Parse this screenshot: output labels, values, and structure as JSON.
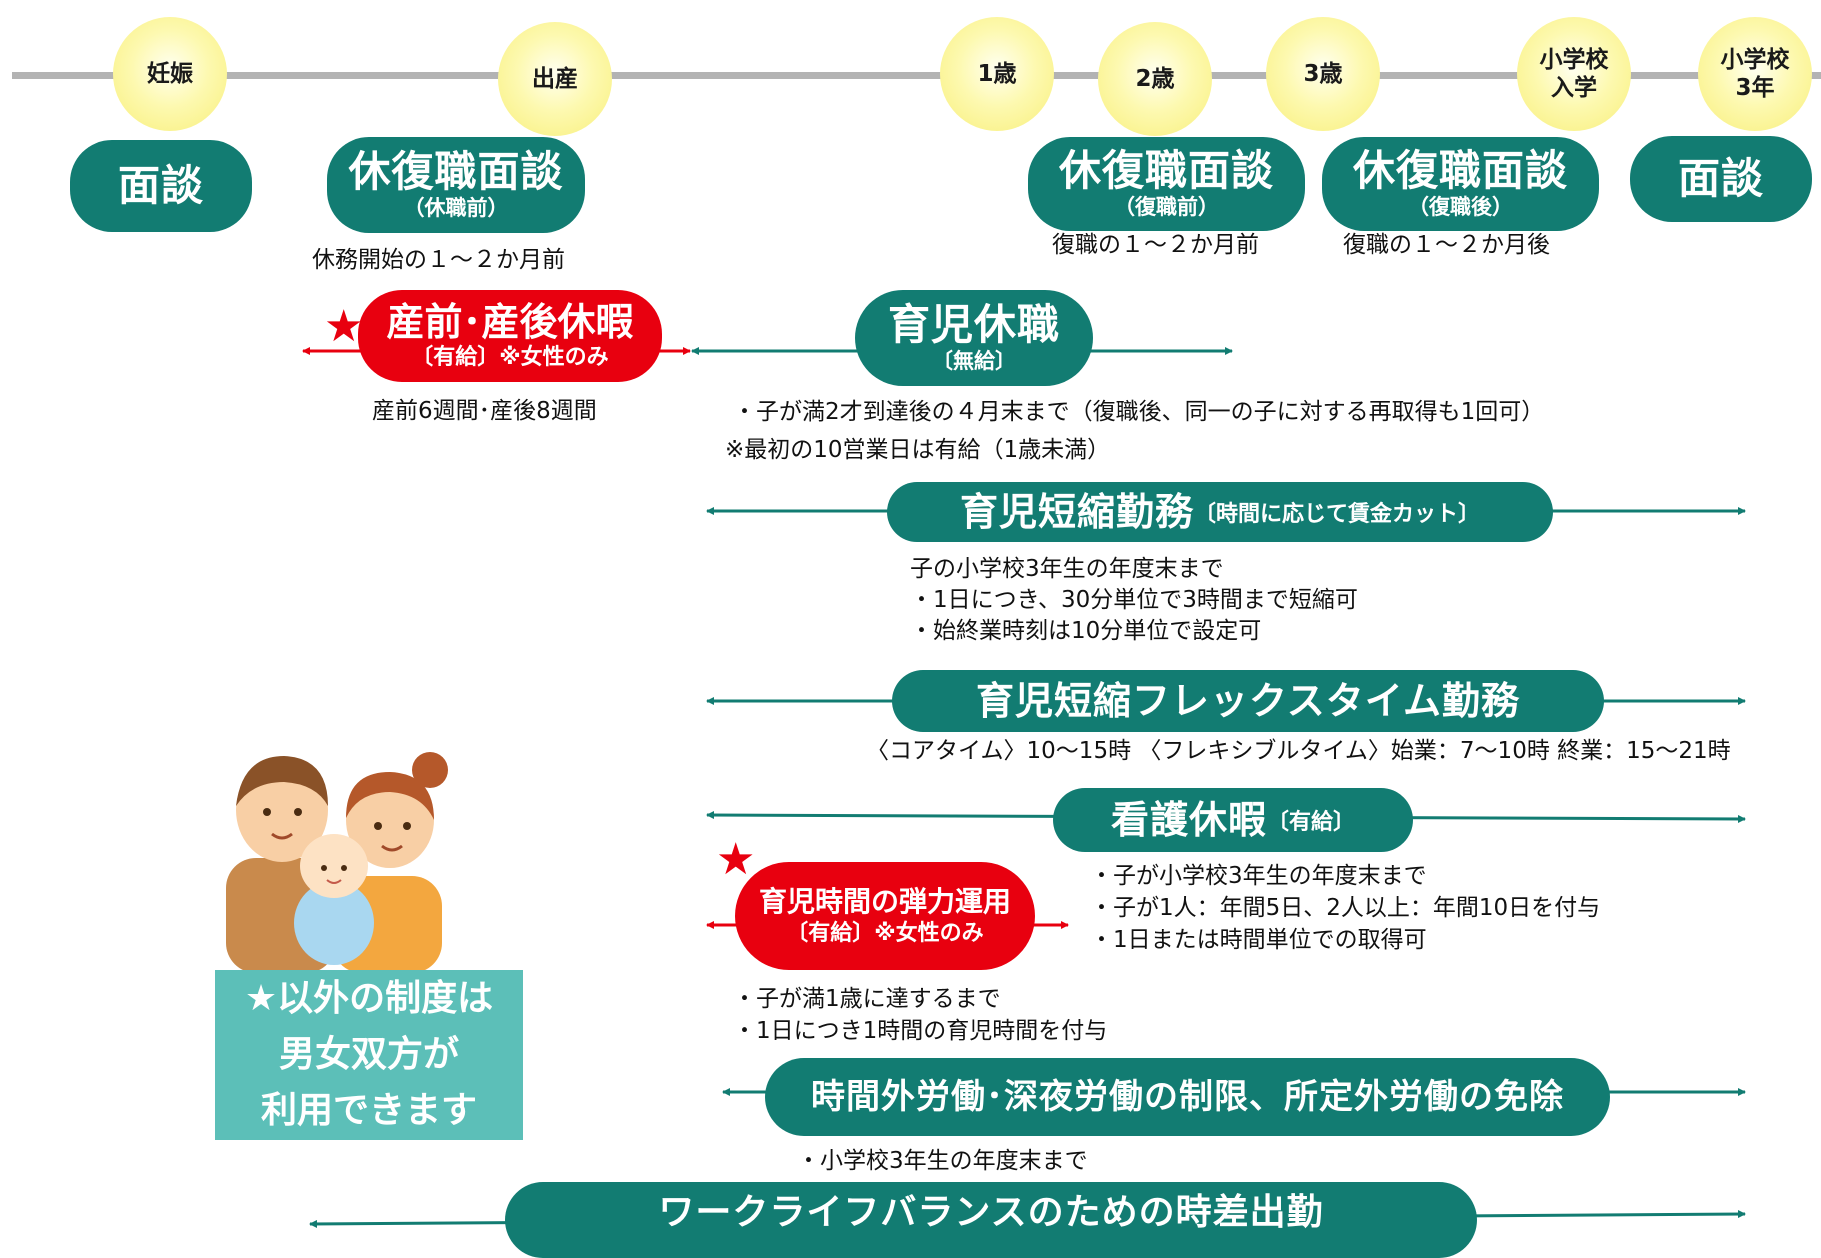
{
  "timeline": {
    "milestones": [
      "妊娠",
      "出産",
      "1歳",
      "2歳",
      "3歳",
      "小学校\n入学",
      "小学校\n3年"
    ]
  },
  "interviews": {
    "first": "面談",
    "prenatal_leave": {
      "title": "休復職面談",
      "sub": "（休職前）",
      "note": "休務開始の１～２か月前"
    },
    "pre_return": {
      "title": "休復職面談",
      "sub": "（復職前）",
      "note": "復職の１～２か月前"
    },
    "post_return": {
      "title": "休復職面談",
      "sub": "（復職後）",
      "note": "復職の１～２か月後"
    },
    "last": "面談"
  },
  "maternity_leave": {
    "star": "★",
    "title": "産前･産後休暇",
    "sub": "〔有給〕※女性のみ",
    "note": "産前6週間･産後8週間"
  },
  "childcare_leave": {
    "title": "育児休職",
    "sub": "〔無給〕",
    "notes": [
      "・子が満2才到達後の４月末まで（復職後、同一の子に対する再取得も1回可）",
      "※最初の10営業日は有給（1歳未満）"
    ]
  },
  "short_hours": {
    "title": "育児短縮勤務",
    "suffix": "〔時間に応じて賃金カット〕",
    "notes": [
      "子の小学校3年生の年度末まで",
      "・1日につき、30分単位で3時間まで短縮可",
      "・始終業時刻は10分単位で設定可"
    ]
  },
  "flex": {
    "title": "育児短縮フレックスタイム勤務",
    "note": "〈コアタイム〉10～15時 〈フレキシブルタイム〉始業：7～10時 終業：15～21時"
  },
  "nursing_leave": {
    "title": "看護休暇",
    "suffix": "〔有給〕",
    "notes": [
      "・子が小学校3年生の年度末まで",
      "・子が1人：年間5日、2人以上：年間10日を付与",
      "・1日または時間単位での取得可"
    ]
  },
  "flexible_childcare_time": {
    "star": "★",
    "title": "育児時間の弾力運用",
    "sub": "〔有給〕※女性のみ",
    "notes": [
      "・子が満1歳に達するまで",
      "・1日につき1時間の育児時間を付与"
    ]
  },
  "overtime_limit": {
    "title": "時間外労働･深夜労働の制限、所定外労働の免除",
    "note": "・小学校3年生の年度末まで"
  },
  "staggered_commute": {
    "title": "ワークライフバランスのための時差出勤"
  },
  "callout": {
    "text": "★以外の制度は\n男女双方が\n利用できます"
  },
  "colors": {
    "teal": "#127c72",
    "red": "#e8000f",
    "light_teal": "#5cbfb8",
    "yellow": "#fdf9b0",
    "gray": "#b3b3b3"
  }
}
